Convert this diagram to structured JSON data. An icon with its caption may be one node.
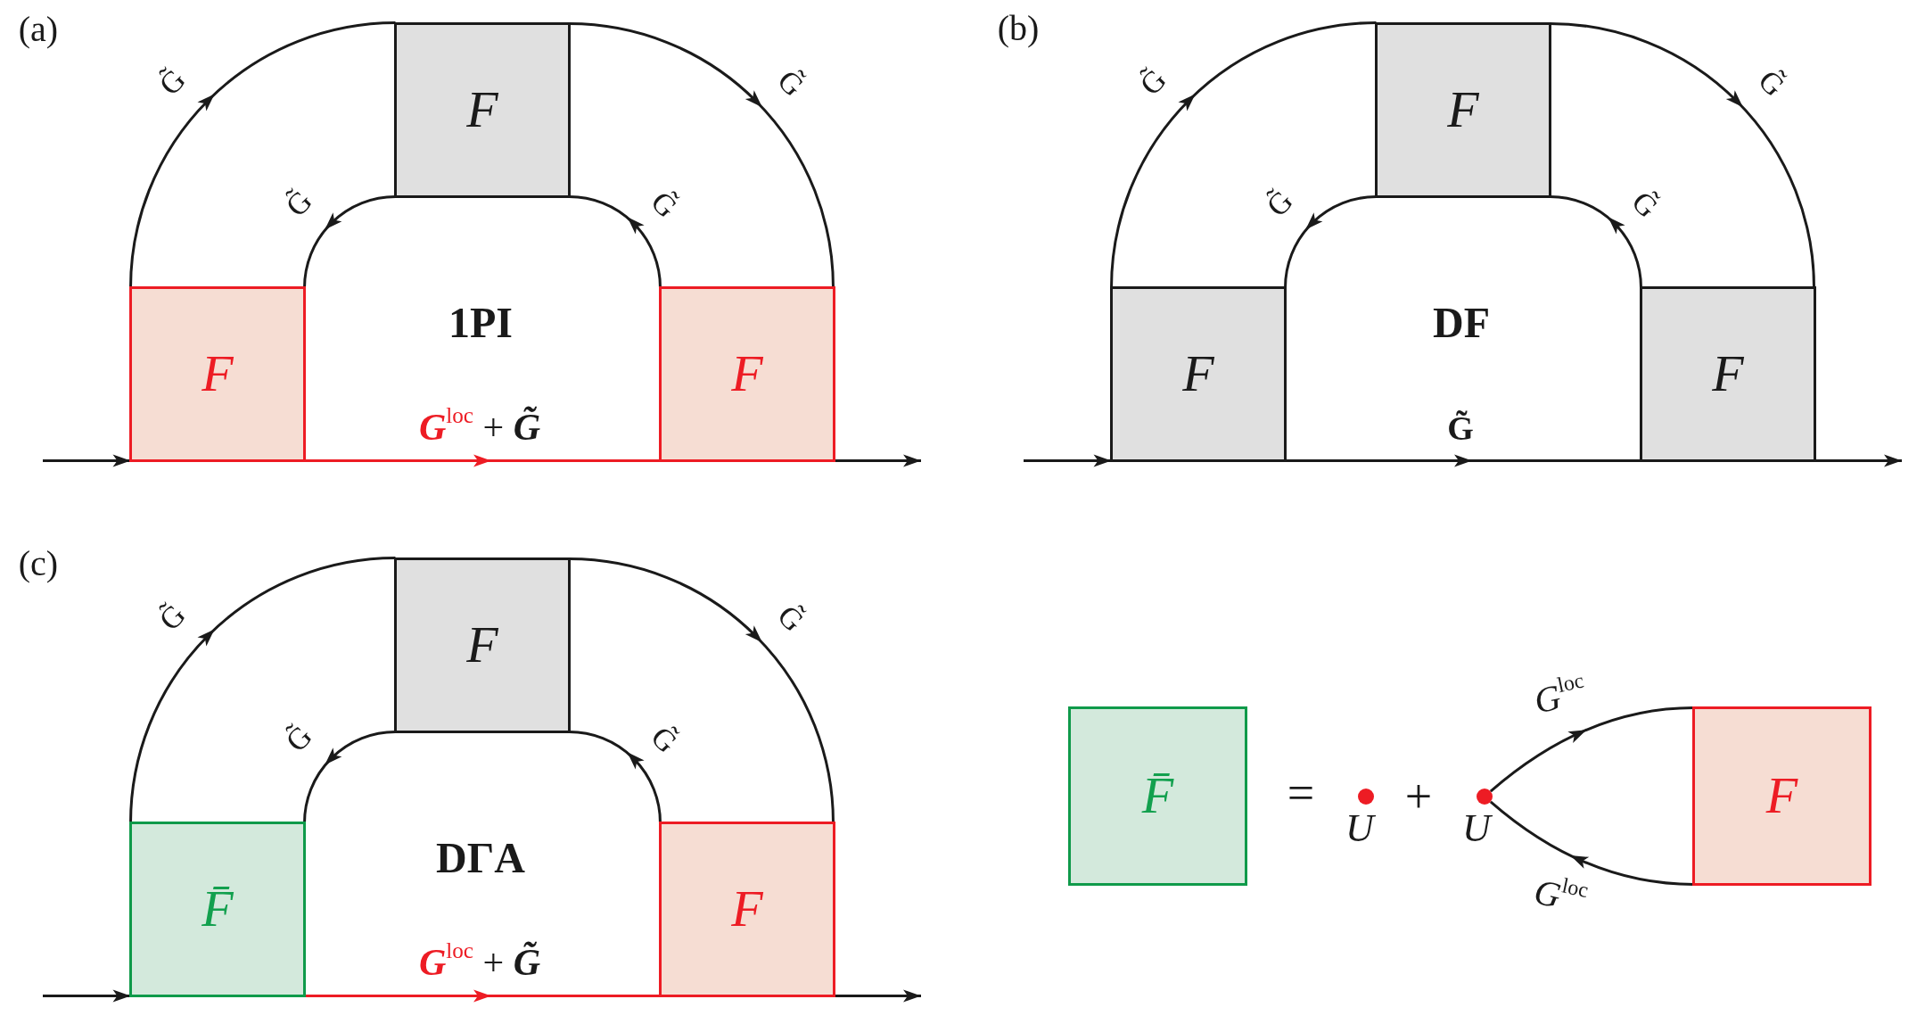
{
  "diagram": {
    "nodes": [
      {
        "text": [
          "F"
        ]
      },
      {
        "text": [
          "F"
        ]
      },
      {
        "text": [
          "F"
        ]
      },
      {
        "text": [
          "F"
        ]
      },
      {
        "text": [
          "F"
        ]
      },
      {
        "text": [
          "F"
        ]
      },
      {
        "text": [
          "F"
        ]
      },
      {
        "text": [
          "F̄"
        ]
      },
      {
        "text": [
          "F"
        ]
      },
      {
        "text": [
          "F̄"
        ]
      },
      {
        "text": [],
        "shape": "circle",
        "beside": [
          "U"
        ]
      },
      {
        "text": [],
        "shape": "circle",
        "beside": [
          "U"
        ]
      },
      {
        "text": [
          "F"
        ]
      }
    ],
    "edges": [
      {
        "from": null,
        "to": 1,
        "arrow": "to"
      },
      {
        "from": 1,
        "to": 0,
        "arrow": "to",
        "label": "G̃"
      },
      {
        "from": 0,
        "to": 1,
        "arrow": "to",
        "label": "G̃"
      },
      {
        "from": 0,
        "to": 2,
        "arrow": "to",
        "label": "G̃"
      },
      {
        "from": 2,
        "to": 0,
        "arrow": "to",
        "label": "G̃"
      },
      {
        "from": 1,
        "to": 2,
        "arrow": "to",
        "label": "*G*$^{loc}$ + *G̃*",
        "color": "#ed1c24"
      },
      {
        "from": 2,
        "to": null,
        "arrow": "to"
      },
      {
        "from": null,
        "to": 4,
        "arrow": "to"
      },
      {
        "from": 4,
        "to": 3,
        "arrow": "to",
        "label": "G̃"
      },
      {
        "from": 3,
        "to": 4,
        "arrow": "to",
        "label": "G̃"
      },
      {
        "from": 3,
        "to": 5,
        "arrow": "to",
        "label": "G̃"
      },
      {
        "from": 5,
        "to": 3,
        "arrow": "to",
        "label": "G̃"
      },
      {
        "from": 4,
        "to": 5,
        "arrow": "to",
        "label": "G̃"
      },
      {
        "from": 5,
        "to": null,
        "arrow": "to"
      },
      {
        "from": null,
        "to": 7,
        "arrow": "to"
      },
      {
        "from": 7,
        "to": 6,
        "arrow": "to",
        "label": "G̃"
      },
      {
        "from": 6,
        "to": 7,
        "arrow": "to",
        "label": "G̃"
      },
      {
        "from": 6,
        "to": 8,
        "arrow": "to",
        "label": "G̃"
      },
      {
        "from": 8,
        "to": 6,
        "arrow": "to",
        "label": "G̃"
      },
      {
        "from": 7,
        "to": 8,
        "arrow": "to",
        "label": "*G*$^{loc}$ + *G̃*",
        "color": "#ed1c24"
      },
      {
        "from": 8,
        "to": null,
        "arrow": "to"
      },
      {
        "from": 11,
        "to": 12,
        "arrow": "to",
        "label": "*G*$^{loc}$"
      },
      {
        "from": 12,
        "to": 11,
        "arrow": "to",
        "label": "*G*$^{loc}$"
      }
    ],
    "labels": [
      "(a)",
      "1PI",
      "(b)",
      "DF",
      "(c)",
      "DΓA",
      "=",
      "+"
    ]
  }
}
